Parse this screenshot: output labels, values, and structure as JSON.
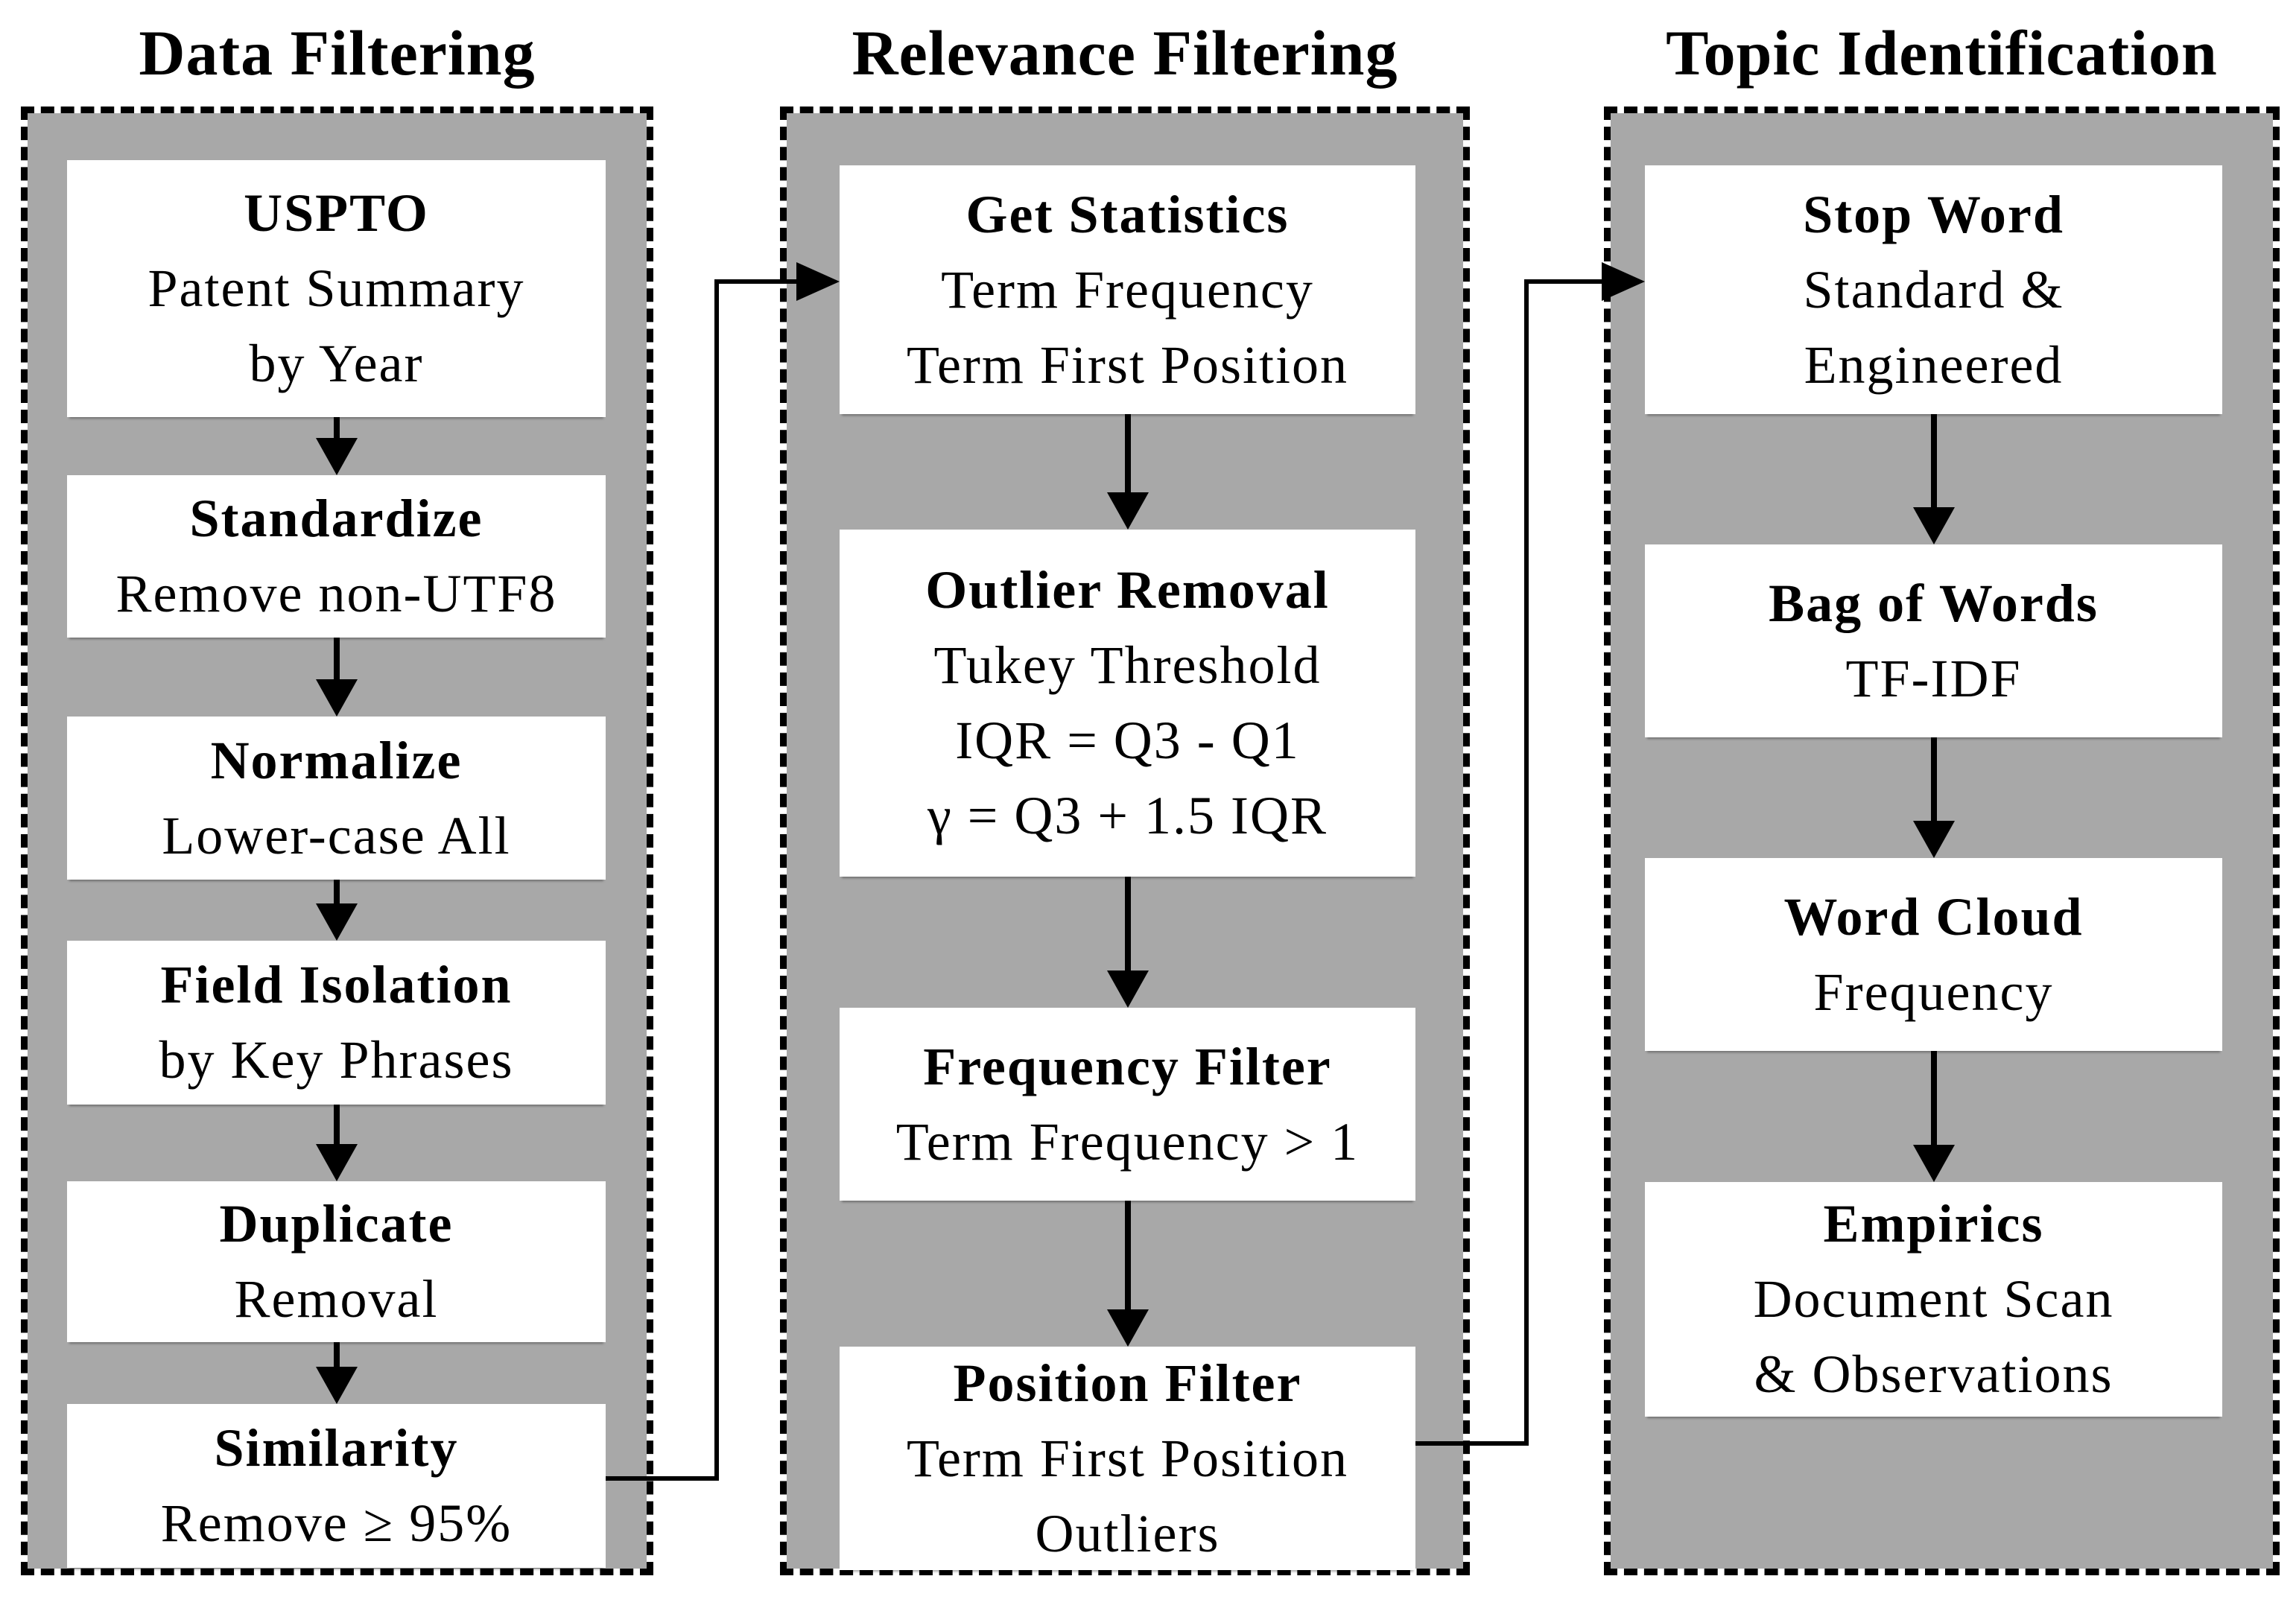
{
  "figure": {
    "columns": [
      {
        "title": "Data Filtering",
        "boxes": [
          {
            "title": "USPTO",
            "lines": [
              "Patent Summary",
              "by Year"
            ]
          },
          {
            "title": "Standardize",
            "lines": [
              "Remove non-UTF8"
            ]
          },
          {
            "title": "Normalize",
            "lines": [
              "Lower-case All"
            ]
          },
          {
            "title": "Field Isolation",
            "lines": [
              "by Key Phrases"
            ]
          },
          {
            "title": "Duplicate",
            "lines": [
              "Removal"
            ]
          },
          {
            "title": "Similarity",
            "lines": [
              "Remove ≥ 95%"
            ]
          }
        ]
      },
      {
        "title": "Relevance Filtering",
        "boxes": [
          {
            "title": "Get Statistics",
            "lines": [
              "Term Frequency",
              "Term First Position"
            ]
          },
          {
            "title": "Outlier Removal",
            "lines": [
              "Tukey Threshold",
              "IQR = Q3 - Q1",
              "γ = Q3 + 1.5 IQR"
            ]
          },
          {
            "title": "Frequency Filter",
            "lines": [
              "Term Frequency > 1"
            ]
          },
          {
            "title": "Position Filter",
            "lines": [
              "Term First Position",
              "Outliers"
            ]
          }
        ]
      },
      {
        "title": "Topic Identification",
        "boxes": [
          {
            "title": "Stop Word",
            "lines": [
              "Standard &",
              "Engineered"
            ]
          },
          {
            "title": "Bag of Words",
            "lines": [
              "TF-IDF"
            ]
          },
          {
            "title": "Word Cloud",
            "lines": [
              "Frequency"
            ]
          },
          {
            "title": "Empirics",
            "lines": [
              "Document Scan",
              "& Observations"
            ]
          }
        ]
      }
    ],
    "colors": {
      "container_fill": "#a8a8a8",
      "box_fill": "#ffffff",
      "line": "#000000",
      "text": "#000000",
      "background": "#ffffff"
    }
  }
}
